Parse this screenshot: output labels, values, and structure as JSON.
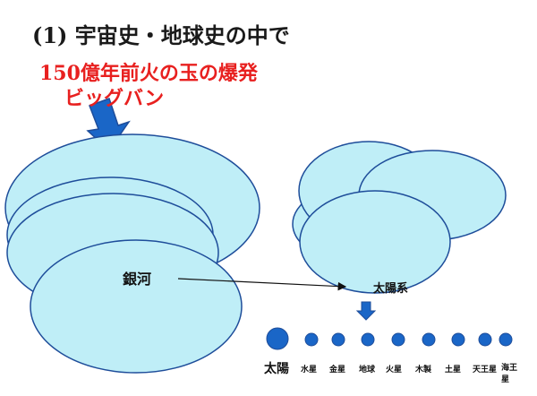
{
  "heading": {
    "title": "(1) 宇宙史・地球史の中で",
    "bigbang_line1": "150億年前火の玉の爆発",
    "bigbang_line2": "ビッグバン"
  },
  "labels": {
    "galaxy": "銀河",
    "solar_system": "太陽系"
  },
  "planets": [
    {
      "name": "太陽"
    },
    {
      "name": "水星"
    },
    {
      "name": "金星"
    },
    {
      "name": "地球"
    },
    {
      "name": "火星"
    },
    {
      "name": "木製"
    },
    {
      "name": "土星"
    },
    {
      "name": "天王星"
    },
    {
      "name": "海王星"
    }
  ],
  "colors": {
    "ellipse_fill": "#bfeef7",
    "ellipse_stroke": "#1e4d9a",
    "arrow_fill": "#1a66c7",
    "planet_fill": "#1a66c7",
    "red_text": "#e8201f"
  }
}
